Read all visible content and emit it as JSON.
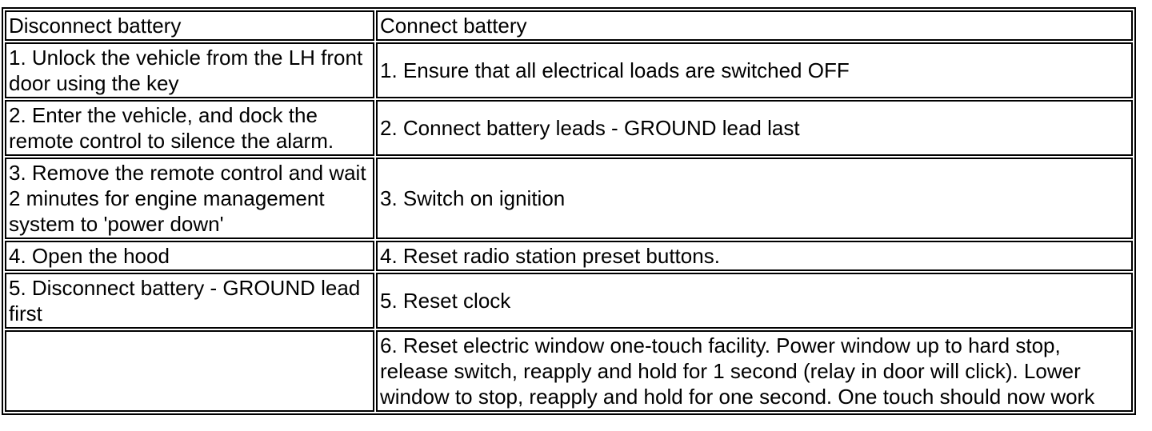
{
  "page": {
    "colors": {
      "border": "#000000",
      "text": "#000000",
      "background": "#ffffff"
    }
  },
  "table": {
    "headers": {
      "disconnect": "Disconnect battery",
      "connect": "Connect battery"
    },
    "rows": [
      {
        "disconnect": "1. Unlock the vehicle from the LH front door using the key",
        "connect": "1. Ensure that all electrical loads are switched OFF"
      },
      {
        "disconnect": "2. Enter the vehicle, and dock the remote control to silence the alarm.",
        "connect": "2. Connect battery leads - GROUND lead last"
      },
      {
        "disconnect": "3. Remove the remote control and wait 2 minutes for engine management system to 'power down'",
        "connect": "3. Switch on ignition"
      },
      {
        "disconnect": "4. Open the hood",
        "connect": "4. Reset radio station preset buttons."
      },
      {
        "disconnect": "5. Disconnect battery - GROUND lead first",
        "connect": "5. Reset clock"
      },
      {
        "disconnect": "",
        "connect": "6. Reset electric window one-touch facility. Power window up to hard stop, release switch, reapply and hold for 1 second (relay in door will click). Lower window to stop, reapply and hold for one second. One touch should now work"
      }
    ]
  }
}
